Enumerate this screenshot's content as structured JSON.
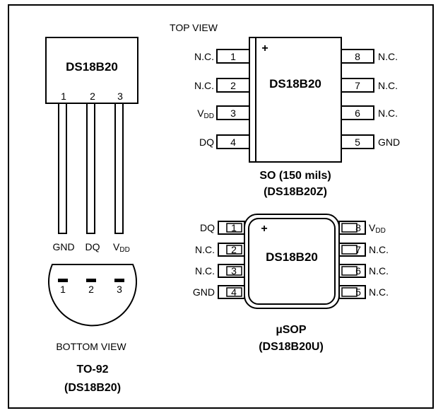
{
  "to92": {
    "part": "DS18B20",
    "pin_numbers": [
      "1",
      "2",
      "3"
    ],
    "pin_names": [
      "GND",
      "DQ",
      "V",
      "DD"
    ],
    "bottom_pin_numbers": [
      "1",
      "2",
      "3"
    ],
    "bottom_view_label": "BOTTOM VIEW",
    "package": "TO-92",
    "variant": "(DS18B20)"
  },
  "so": {
    "top_view_label": "TOP VIEW",
    "part": "DS18B20",
    "plus": "+",
    "left_pins": [
      {
        "num": "1",
        "name": "N.C."
      },
      {
        "num": "2",
        "name": "N.C."
      },
      {
        "num": "3",
        "name": "V",
        "sub": "DD"
      },
      {
        "num": "4",
        "name": "DQ"
      }
    ],
    "right_pins": [
      {
        "num": "8",
        "name": "N.C."
      },
      {
        "num": "7",
        "name": "N.C."
      },
      {
        "num": "6",
        "name": "N.C."
      },
      {
        "num": "5",
        "name": "GND"
      }
    ],
    "package": "SO (150 mils)",
    "variant": "(DS18B20Z)"
  },
  "usop": {
    "part": "DS18B20",
    "plus": "+",
    "left_pins": [
      {
        "num": "1",
        "name": "DQ"
      },
      {
        "num": "2",
        "name": "N.C."
      },
      {
        "num": "3",
        "name": "N.C."
      },
      {
        "num": "4",
        "name": "GND"
      }
    ],
    "right_pins": [
      {
        "num": "8",
        "name": "V",
        "sub": "DD"
      },
      {
        "num": "7",
        "name": "N.C."
      },
      {
        "num": "6",
        "name": "N.C."
      },
      {
        "num": "5",
        "name": "N.C."
      }
    ],
    "package": "µSOP",
    "variant": "(DS18B20U)"
  }
}
